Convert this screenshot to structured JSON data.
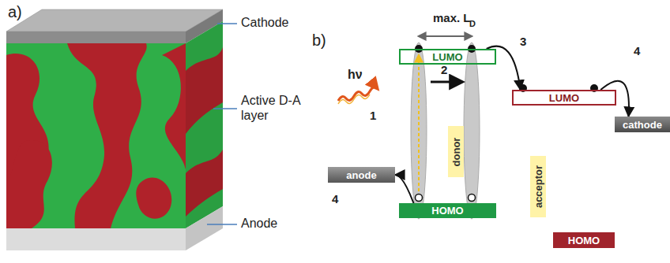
{
  "diagram": {
    "nodes": [
      {
        "text": [
          "LUMO"
        ]
      },
      {
        "text": [
          "HOMO"
        ]
      },
      {
        "text": [
          "LUMO"
        ]
      },
      {
        "text": [
          "HOMO"
        ]
      },
      {
        "text": [
          "anode"
        ]
      },
      {
        "text": [
          "cathode"
        ]
      },
      {
        "text": [
          "donor"
        ]
      },
      {
        "text": [
          "acceptor"
        ]
      }
    ],
    "edges": [
      {
        "from": 0,
        "to": 2,
        "arrow": "to",
        "label": "3"
      },
      {
        "from": 2,
        "to": 5,
        "arrow": "to",
        "label": "4"
      },
      {
        "from": 1,
        "to": 4,
        "arrow": "to",
        "label": "4"
      }
    ],
    "labels": [
      "a)",
      "Cathode",
      "Active D-A layer",
      "Anode",
      "b)",
      "max. L",
      "D",
      "hν",
      "1",
      "2"
    ]
  }
}
